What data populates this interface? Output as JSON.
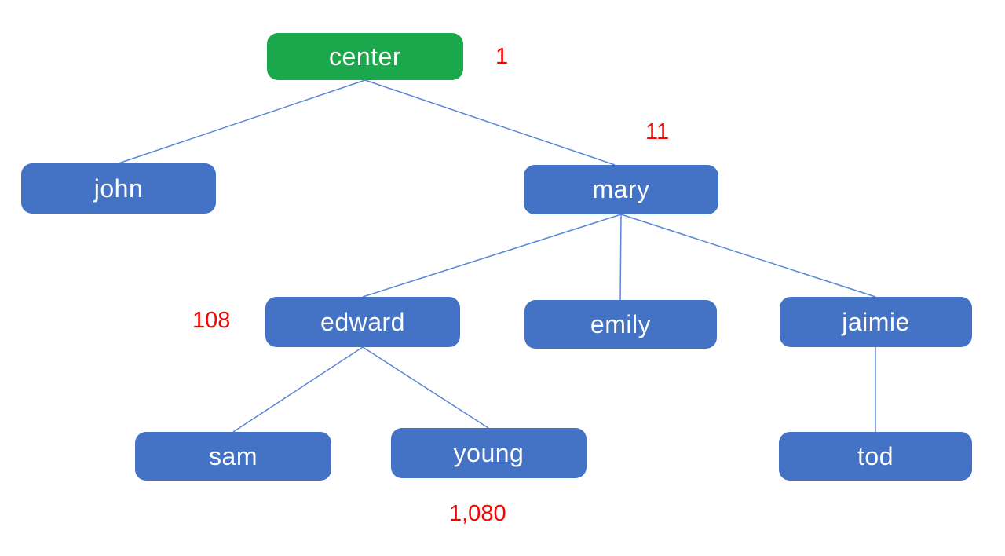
{
  "diagram": {
    "type": "tree",
    "background": "#FFFFFF",
    "colors": {
      "root_fill": "#1BA84C",
      "node_fill": "#4472C4",
      "node_text": "#FFFFFF",
      "connector": "#5B85D6",
      "annotation": "#FF0000"
    },
    "nodes": [
      {
        "id": "center",
        "label": "center",
        "parent": null,
        "annotation": "1"
      },
      {
        "id": "john",
        "label": "john",
        "parent": "center"
      },
      {
        "id": "mary",
        "label": "mary",
        "parent": "center",
        "annotation": "11"
      },
      {
        "id": "edward",
        "label": "edward",
        "parent": "mary",
        "annotation": "108"
      },
      {
        "id": "emily",
        "label": "emily",
        "parent": "mary"
      },
      {
        "id": "jaimie",
        "label": "jaimie",
        "parent": "mary"
      },
      {
        "id": "sam",
        "label": "sam",
        "parent": "edward"
      },
      {
        "id": "young",
        "label": "young",
        "parent": "edward",
        "annotation": "1,080"
      },
      {
        "id": "tod",
        "label": "tod",
        "parent": "jaimie"
      }
    ]
  }
}
